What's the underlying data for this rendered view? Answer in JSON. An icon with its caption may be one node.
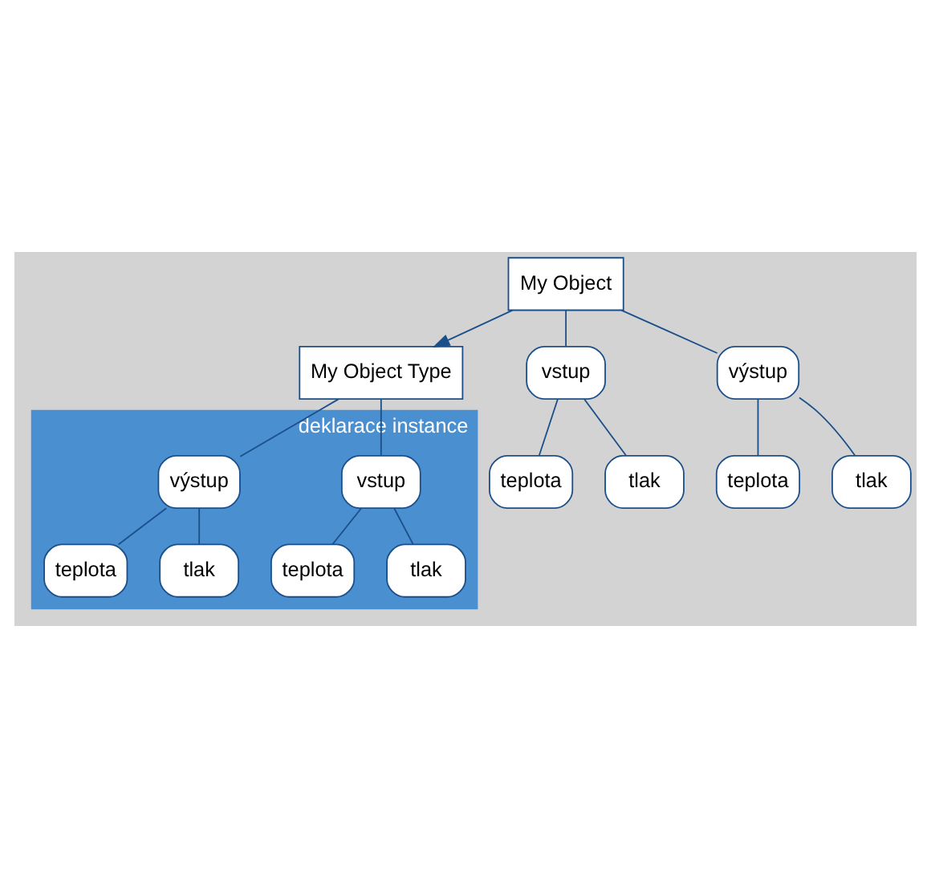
{
  "diagram": {
    "nodes": [
      {
        "text": [
          "My Object Type"
        ]
      },
      {
        "text": [
          "deklarace instance"
        ]
      },
      {
        "text": [
          "vstup"
        ],
        "in": 1
      },
      {
        "text": [
          "teplota"
        ],
        "in": 1
      },
      {
        "text": [
          "tlak"
        ],
        "in": 1
      },
      {
        "text": [
          "výstup"
        ],
        "in": 1
      },
      {
        "text": [
          "teplota"
        ],
        "in": 1
      },
      {
        "text": [
          "tlak"
        ],
        "in": 1
      },
      {
        "text": [
          "My Object"
        ]
      },
      {
        "text": [
          "vstup"
        ]
      },
      {
        "text": [
          "teplota"
        ]
      },
      {
        "text": [
          "tlak"
        ]
      },
      {
        "text": [
          "výstup"
        ]
      },
      {
        "text": [
          "teplota"
        ]
      },
      {
        "text": [
          "tlak"
        ]
      }
    ],
    "edges": [
      {
        "from": 8,
        "to": 0,
        "arrow": "to"
      },
      {
        "from": 0,
        "to": 2,
        "arrow": "none"
      },
      {
        "from": 0,
        "to": 5,
        "arrow": "none"
      },
      {
        "from": 2,
        "to": 3,
        "arrow": "none"
      },
      {
        "from": 2,
        "to": 4,
        "arrow": "none"
      },
      {
        "from": 5,
        "to": 6,
        "arrow": "none"
      },
      {
        "from": 5,
        "to": 7,
        "arrow": "none"
      },
      {
        "from": 8,
        "to": 9,
        "arrow": "none"
      },
      {
        "from": 8,
        "to": 12,
        "arrow": "none"
      },
      {
        "from": 9,
        "to": 10,
        "arrow": "none"
      },
      {
        "from": 9,
        "to": 11,
        "arrow": "none"
      },
      {
        "from": 12,
        "to": 13,
        "arrow": "none"
      },
      {
        "from": 12,
        "to": 14,
        "arrow": "none"
      }
    ]
  }
}
